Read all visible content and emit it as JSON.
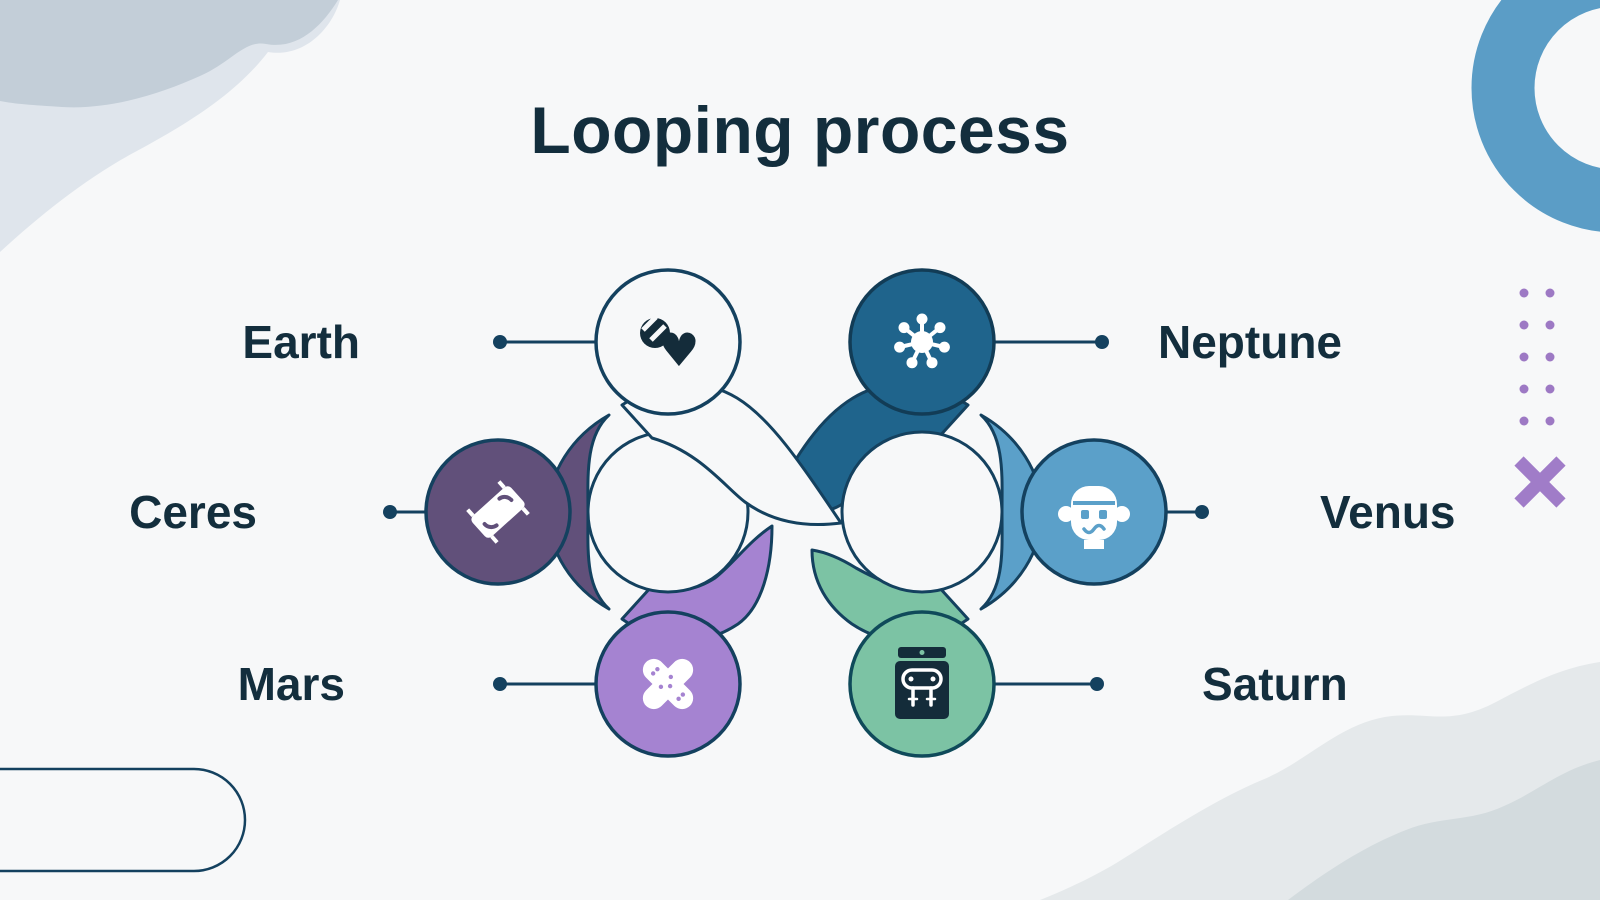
{
  "slide": {
    "title": "Looping process",
    "background_color": "#f7f8f9",
    "outline_color": "#14415f",
    "text_color": "#132e3d"
  },
  "diagram": {
    "type": "infinity-loop-6-steps",
    "items": [
      {
        "id": "earth",
        "label": "Earth",
        "position": "top-left",
        "icon": "pills-heart-icon",
        "circle_color": "#f7f8f9"
      },
      {
        "id": "neptune",
        "label": "Neptune",
        "position": "top-right",
        "icon": "virus-icon",
        "circle_color": "#1f648c"
      },
      {
        "id": "ceres",
        "label": "Ceres",
        "position": "middle-left",
        "icon": "stretcher-icon",
        "circle_color": "#61507a"
      },
      {
        "id": "venus",
        "label": "Venus",
        "position": "middle-right",
        "icon": "robot-head-icon",
        "circle_color": "#5ba0c9"
      },
      {
        "id": "mars",
        "label": "Mars",
        "position": "bottom-left",
        "icon": "crossed-bandages-icon",
        "circle_color": "#a583d1"
      },
      {
        "id": "saturn",
        "label": "Saturn",
        "position": "bottom-right",
        "icon": "ventilator-icon",
        "circle_color": "#7cc3a4"
      }
    ],
    "segment_colors": {
      "left_top": "#f7f8f9",
      "left_side": "#61507a",
      "left_bottom": "#a583d1",
      "right_top": "#1f648c",
      "right_side": "#5ba0c9",
      "right_bottom": "#7cc3a4"
    }
  },
  "decorations": {
    "corner_blob_dark": "#c3ced8",
    "corner_blob_light": "#dfe5ec",
    "corner_ring_color": "#5b9dc6",
    "dots_grid_color": "#9d79c4",
    "x_mark_color": "#a07cc8",
    "wave_light": "#e5e9eb",
    "wave_dark": "#d3dbde"
  }
}
